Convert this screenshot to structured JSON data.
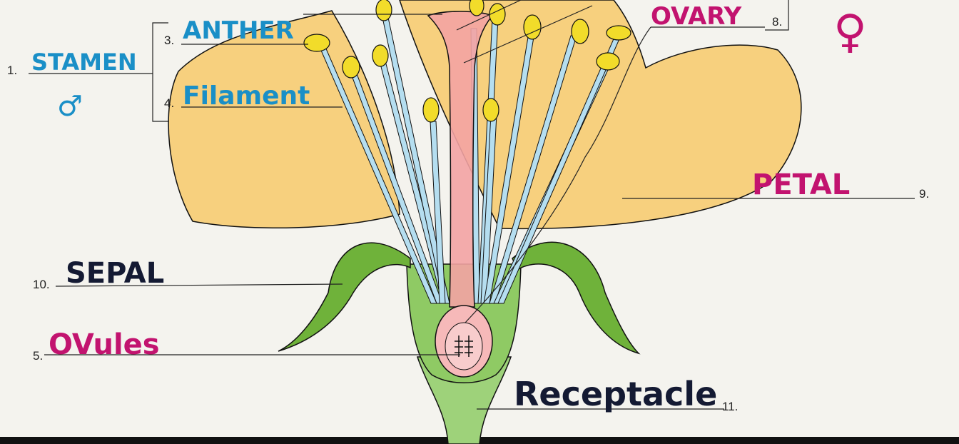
{
  "labels": {
    "stamen": {
      "number": "1.",
      "text": "STAMEN",
      "symbol": "♂"
    },
    "anther": {
      "number": "3.",
      "text": "ANTHER"
    },
    "filament": {
      "number": "4.",
      "text": "Filament"
    },
    "ovary": {
      "number": "8.",
      "text": "OVARY",
      "symbol": "♀"
    },
    "petal": {
      "number": "9.",
      "text": "PETAL"
    },
    "sepal": {
      "number": "10.",
      "text": "SEPAL"
    },
    "ovules": {
      "number": "5.",
      "text": "OVules"
    },
    "receptacle": {
      "number": "11.",
      "text": "Receptacle"
    }
  },
  "colors": {
    "male_label": "#1a8fc7",
    "female_label": "#c2136f",
    "dark_label": "#141a33",
    "petal": "#f7c96a",
    "sepal": "#6fb23a",
    "pistil": "#f3a3a3",
    "filament": "#b5def0",
    "anther": "#f2dc2a"
  }
}
